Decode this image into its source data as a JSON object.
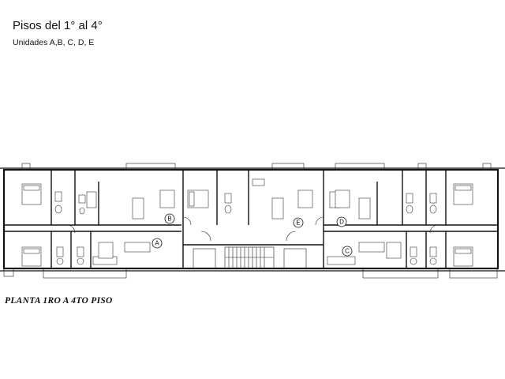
{
  "header": {
    "title": "Pisos del 1° al 4°",
    "subtitle": "Unidades A,B, C, D, E"
  },
  "plan": {
    "caption": "PLANTA 1RO A 4TO PISO",
    "units": [
      {
        "letter": "A"
      },
      {
        "letter": "B"
      },
      {
        "letter": "C"
      },
      {
        "letter": "D"
      },
      {
        "letter": "E"
      }
    ]
  }
}
